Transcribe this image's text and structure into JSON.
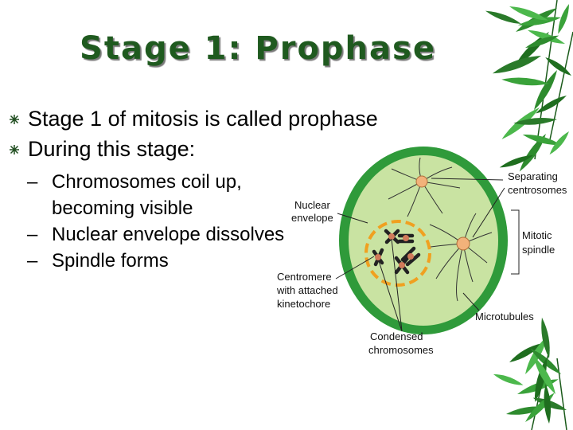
{
  "slide": {
    "title": "Stage 1:  Prophase",
    "bullets": [
      "Stage 1 of mitosis is called prophase",
      "During this stage:"
    ],
    "sub_bullets": [
      "Chromosomes coil up, becoming visible",
      "Nuclear envelope dissolves",
      "Spindle forms"
    ],
    "sub_marker": "–"
  },
  "diagram": {
    "labels": {
      "nuclear_envelope_1": "Nuclear",
      "nuclear_envelope_2": "envelope",
      "centromere_1": "Centromere",
      "centromere_2": "with attached",
      "centromere_3": "kinetochore",
      "condensed_1": "Condensed",
      "condensed_2": "chromosomes",
      "separating_1": "Separating",
      "separating_2": "centrosomes",
      "mitotic_1": "Mitotic",
      "mitotic_2": "spindle",
      "microtubules": "Microtubules"
    },
    "colors": {
      "cell_outer": "#2f9a3a",
      "cell_inner": "#c9e3a2",
      "nucleus_dash": "#f0a020",
      "chromosome": "#222222",
      "centromere": "#d07a5a",
      "centrosome": "#f2b27a"
    }
  },
  "theme": {
    "title_color": "#1f5a1f",
    "decoration": "bamboo-leaves"
  }
}
